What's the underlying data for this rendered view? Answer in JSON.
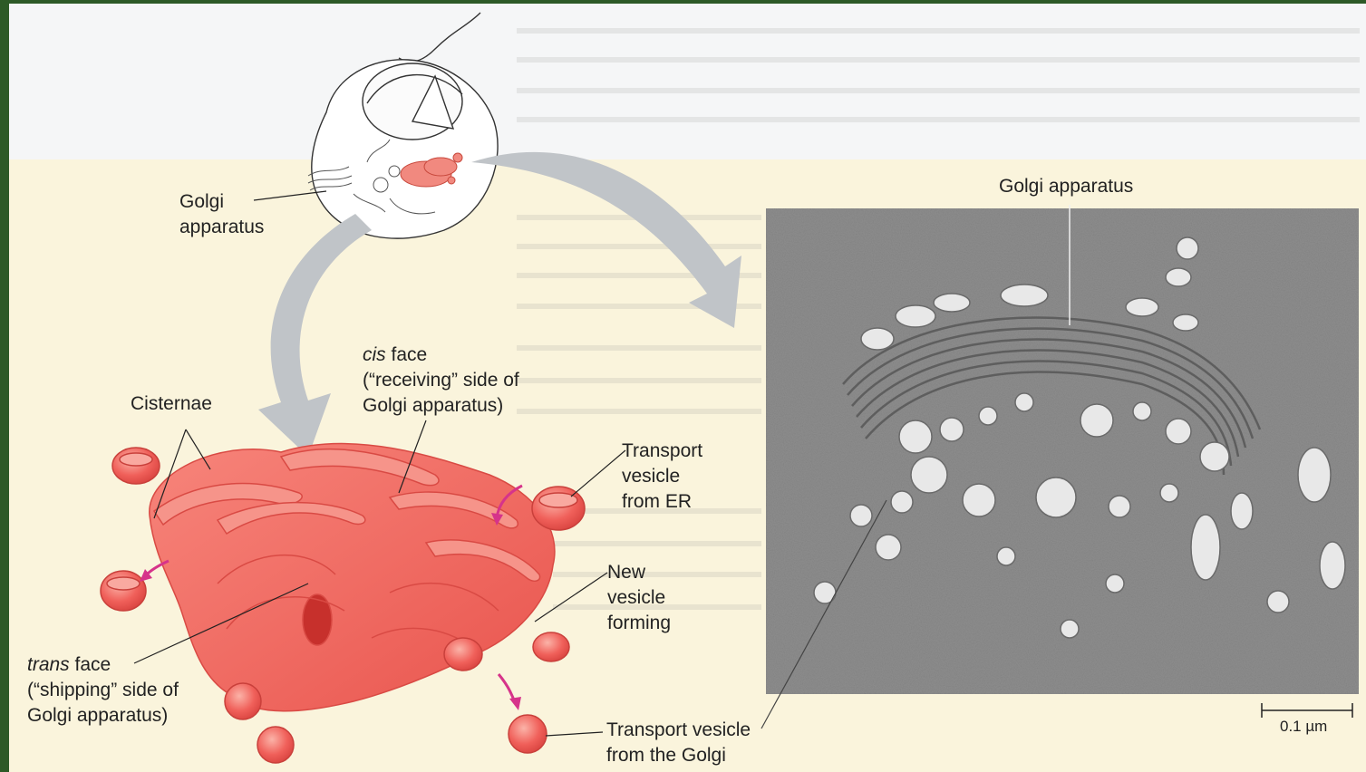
{
  "labels": {
    "golgi_cell": [
      "Golgi",
      "apparatus"
    ],
    "cis_face_italic": "cis",
    "cis_face_rest": " face",
    "cis_face_line2": "(“receiving” side of",
    "cis_face_line3": "Golgi apparatus)",
    "cisternae": "Cisternae",
    "transport_er": [
      "Transport",
      "vesicle",
      "from ER"
    ],
    "new_vesicle": [
      "New",
      "vesicle",
      "forming"
    ],
    "trans_face_italic": "trans",
    "trans_face_rest": " face",
    "trans_face_line2": "(“shipping” side of",
    "trans_face_line3": "Golgi apparatus)",
    "transport_golgi": [
      "Transport vesicle",
      "from the Golgi"
    ],
    "golgi_micrograph": "Golgi apparatus",
    "scale_bar": "0.1 µm"
  },
  "colors": {
    "frame": "#2d5a27",
    "background_text_area": "#faf4dc",
    "golgi_fill": "#f0605a",
    "golgi_light": "#f9a9a0",
    "arrow": "#c0c4c8",
    "accent_arrow": "#d6338a",
    "micrograph": "#8e8e8e"
  }
}
